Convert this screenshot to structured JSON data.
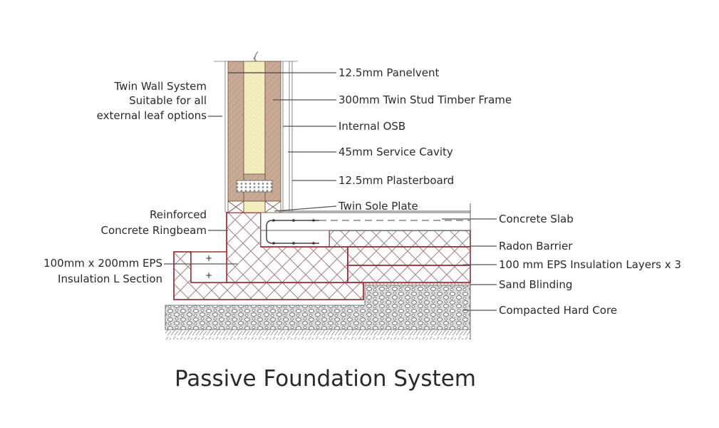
{
  "diagram": {
    "title": "Passive Foundation System",
    "colors": {
      "timber": "#c9ab95",
      "insulation_core": "#f4edbd",
      "eps_outline": "#a3323f",
      "eps_hatch": "#a77e86",
      "hardcore": "#6e6e6e",
      "text": "#2a2a2a"
    },
    "left_labels": {
      "twin_wall": [
        "Twin Wall System",
        "Suitable for all",
        "external leaf options"
      ],
      "ringbeam": [
        "Reinforced",
        "Concrete Ringbeam"
      ],
      "eps_l_section": [
        "100mm x 200mm EPS",
        "Insulation L Section"
      ]
    },
    "right_labels": [
      "12.5mm Panelvent",
      "300mm Twin Stud Timber Frame",
      "Internal OSB",
      "45mm Service Cavity",
      "12.5mm Plasterboard",
      "Twin Sole Plate",
      "Concrete Slab",
      "Radon Barrier",
      "100 mm EPS Insulation Layers x 3",
      "Sand Blinding",
      "Compacted Hard Core"
    ]
  }
}
